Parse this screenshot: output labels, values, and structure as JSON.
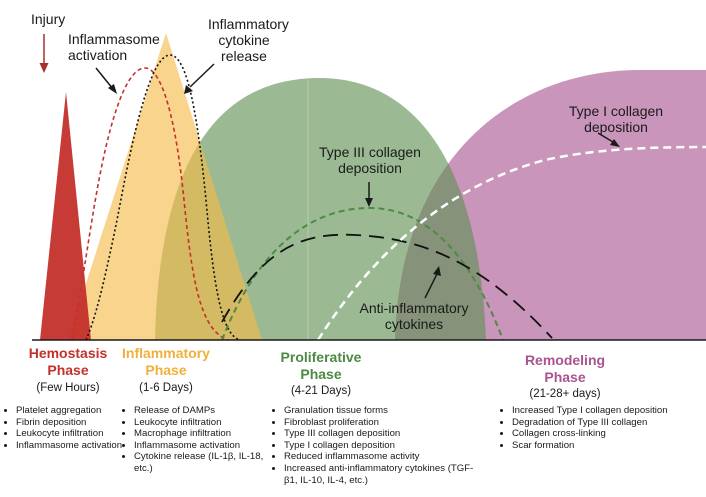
{
  "colors": {
    "hemostasis": "#c4302b",
    "inflammatory": "#f5b946",
    "proliferative": "#5e9053",
    "remodeling": "#a9548f"
  },
  "annotations": {
    "injury": "Injury",
    "inflammasome_activation": [
      "Inflammasome",
      "activation"
    ],
    "cytokine_release": [
      "Inflammatory",
      "cytokine",
      "release"
    ],
    "type3_collagen": [
      "Type III collagen",
      "deposition"
    ],
    "type1_collagen": [
      "Type I collagen",
      "deposition"
    ],
    "anti_inflammatory": [
      "Anti-inflammatory",
      "cytokines"
    ]
  },
  "phases": [
    {
      "title": [
        "Hemostasis",
        "Phase"
      ],
      "duration": "(Few Hours)",
      "items": [
        "Platelet aggregation",
        "Fibrin deposition",
        "Leukocyte infiltration",
        "Inflammasome activation"
      ]
    },
    {
      "title": [
        "Inflammatory",
        "Phase"
      ],
      "duration": "(1-6 Days)",
      "items": [
        "Release of DAMPs",
        "Leukocyte infiltration",
        "Macrophage infiltration",
        "Inflammasome activation",
        "Cytokine release (IL-1β, IL-18, etc.)"
      ]
    },
    {
      "title": [
        "Proliferative",
        "Phase"
      ],
      "duration": "(4-21 Days)",
      "items": [
        "Granulation tissue forms",
        "Fibroblast proliferation",
        "Type III collagen deposition",
        "Type I collagen deposition",
        "Reduced inflammasome activity",
        "Increased anti-inflammatory cytokines (TGF-β1, IL-10, IL-4, etc.)"
      ]
    },
    {
      "title": [
        "Remodeling",
        "Phase"
      ],
      "duration": "(21-28+ days)",
      "items": [
        "Increased Type I collagen deposition",
        "Degradation of Type III collagen",
        "Collagen cross-linking",
        "Scar formation"
      ]
    }
  ]
}
